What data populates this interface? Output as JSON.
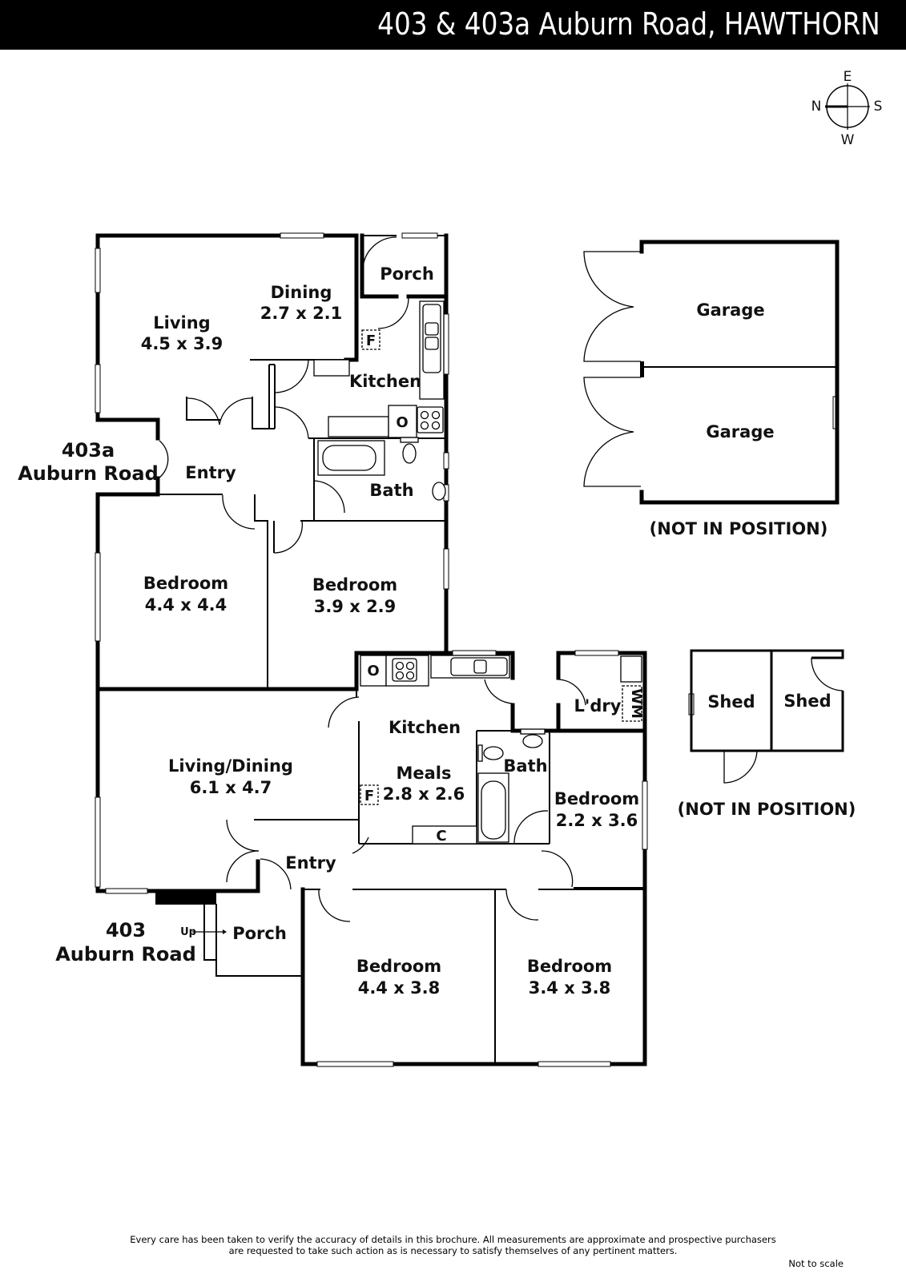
{
  "header": {
    "title": "403 & 403a Auburn Road, HAWTHORN"
  },
  "compass": {
    "north": "N",
    "south": "S",
    "east": "E",
    "west": "W"
  },
  "properties": {
    "upper": {
      "address_line1": "403a",
      "address_line2": "Auburn Road",
      "rooms": [
        {
          "name": "Living",
          "size": "4.5 x 3.9"
        },
        {
          "name": "Dining",
          "size": "2.7 x 2.1"
        },
        {
          "name": "Porch",
          "size": ""
        },
        {
          "name": "Kitchen",
          "size": ""
        },
        {
          "name": "Entry",
          "size": ""
        },
        {
          "name": "Bath",
          "size": ""
        },
        {
          "name": "Bedroom",
          "size": "4.4 x 4.4"
        },
        {
          "name": "Bedroom",
          "size": "3.9 x 2.9"
        }
      ],
      "fixtures": {
        "fridge": "F",
        "oven": "O"
      }
    },
    "lower": {
      "address_line1": "403",
      "address_line2": "Auburn Road",
      "rooms": [
        {
          "name": "Living/Dining",
          "size": "6.1 x 4.7"
        },
        {
          "name": "Kitchen",
          "size": ""
        },
        {
          "name": "Meals",
          "size": "2.8 x 2.6"
        },
        {
          "name": "Bath",
          "size": ""
        },
        {
          "name": "L'dry",
          "size": ""
        },
        {
          "name": "Bedroom",
          "size": "2.2 x 3.6"
        },
        {
          "name": "Entry",
          "size": ""
        },
        {
          "name": "Porch",
          "size": ""
        },
        {
          "name": "Bedroom",
          "size": "4.4 x 3.8"
        },
        {
          "name": "Bedroom",
          "size": "3.4 x 3.8"
        }
      ],
      "fixtures": {
        "fridge": "F",
        "oven": "O",
        "cupboard": "C",
        "washing_machine": "WM",
        "stairs": "Up"
      }
    }
  },
  "outbuildings": {
    "garages": [
      {
        "name": "Garage"
      },
      {
        "name": "Garage"
      }
    ],
    "garage_note": "(NOT IN POSITION)",
    "sheds": [
      {
        "name": "Shed"
      },
      {
        "name": "Shed"
      }
    ],
    "shed_note": "(NOT IN POSITION)"
  },
  "footer": {
    "disclaimer_line1": "Every care has been taken to verify the accuracy of details in this brochure.  All measurements are approximate and prospective purchasers",
    "disclaimer_line2": "are requested to take such action as is necessary to satisfy themselves of any pertinent matters.",
    "scale_note": "Not to scale"
  }
}
